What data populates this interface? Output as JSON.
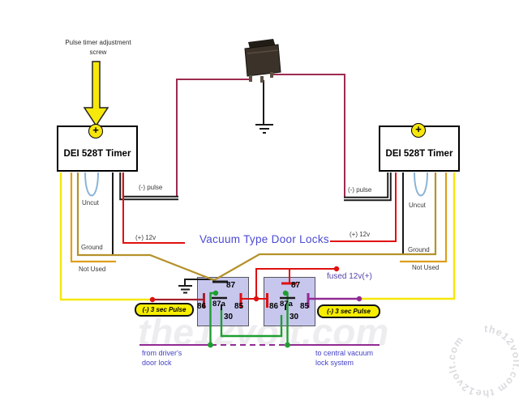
{
  "colors": {
    "red": "#e01010",
    "dark_red": "#a3222f",
    "maroon": "#9e2b4f",
    "yellow": "#f6e80a",
    "amber": "#dd9f1b",
    "olive": "#b5912a",
    "green": "#1e9e30",
    "purple": "#922a93",
    "black": "#1a1a1a",
    "white": "#ffffff",
    "blue_loop": "#8ab4d8",
    "relay_fill": "#c7c7ee",
    "title_blue": "#4a49d4",
    "badge_yellow": "#f7ee00"
  },
  "annotation": {
    "line1": "Pulse timer adjustment",
    "line2": "screw"
  },
  "timers": {
    "left": "DEI 528T Timer",
    "right": "DEI 528T Timer",
    "screw_symbol": "+"
  },
  "labels": {
    "neg_pulse": "(-) pulse",
    "pos_12v": "(+) 12v",
    "uncut": "Uncut",
    "ground": "Ground",
    "not_used": "Not Used",
    "fused": "fused 12v(+)"
  },
  "title": "Vacuum Type Door Locks",
  "badges": {
    "left": "(-) 3 sec Pulse",
    "right": "(-) 3 sec Pulse"
  },
  "relays": {
    "pin87": "87",
    "pin87a": "87a",
    "pin86": "86",
    "pin85": "85",
    "pin30": "30"
  },
  "notes": {
    "bottom_left_line1": "from driver's",
    "bottom_left_line2": "door lock",
    "bottom_right_line1": "to central vacuum",
    "bottom_right_line2": "lock system"
  },
  "watermark": {
    "center": "the12volt.com",
    "ring": "the12volt.com   the12volt.com"
  }
}
